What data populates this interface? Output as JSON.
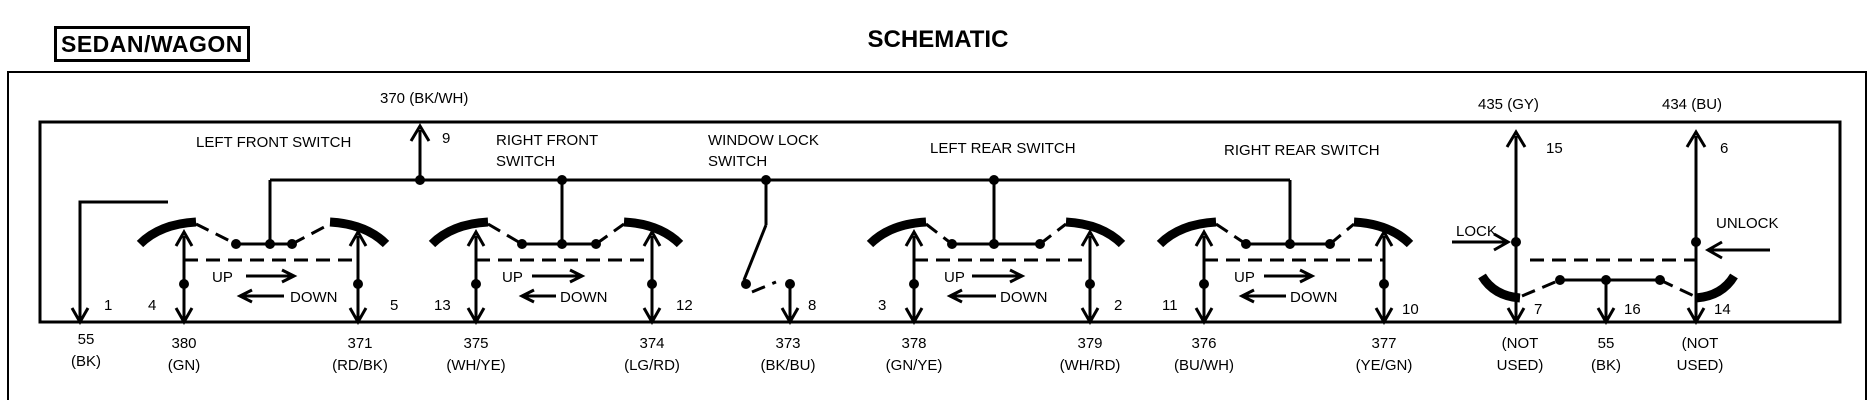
{
  "header": {
    "model_label": "SEDAN/WAGON",
    "title": "SCHEMATIC"
  },
  "top_wires": [
    {
      "id": "370",
      "label": "370 (BK/WH)",
      "pin": "9"
    },
    {
      "id": "435",
      "label": "435 (GY)",
      "pin": "15"
    },
    {
      "id": "434",
      "label": "434 (BU)",
      "pin": "6"
    }
  ],
  "switch_labels": {
    "left_front": "LEFT FRONT SWITCH",
    "right_front_1": "RIGHT FRONT",
    "right_front_2": "SWITCH",
    "window_lock_1": "WINDOW LOCK",
    "window_lock_2": "SWITCH",
    "left_rear": "LEFT REAR SWITCH",
    "right_rear": "RIGHT REAR SWITCH"
  },
  "direction": {
    "up": "UP",
    "down": "DOWN",
    "lock": "LOCK",
    "unlock": "UNLOCK"
  },
  "bottom_pins": [
    {
      "pin": "1",
      "id": "55",
      "color": "(BK)"
    },
    {
      "pin": "4",
      "id": "380",
      "color": "(GN)"
    },
    {
      "pin": "5",
      "id": "371",
      "color": "(RD/BK)"
    },
    {
      "pin": "13",
      "id": "375",
      "color": "(WH/YE)"
    },
    {
      "pin": "12",
      "id": "374",
      "color": "(LG/RD)"
    },
    {
      "pin": "8",
      "id": "373",
      "color": "(BK/BU)"
    },
    {
      "pin": "3",
      "id": "378",
      "color": "(GN/YE)"
    },
    {
      "pin": "2",
      "id": "379",
      "color": "(WH/RD)"
    },
    {
      "pin": "11",
      "id": "376",
      "color": "(BU/WH)"
    },
    {
      "pin": "10",
      "id": "377",
      "color": "(YE/GN)"
    },
    {
      "pin": "7",
      "id": "(NOT",
      "color": "USED)"
    },
    {
      "pin": "16",
      "id": "55",
      "color": "(BK)"
    },
    {
      "pin": "14",
      "id": "(NOT",
      "color": "USED)"
    }
  ]
}
